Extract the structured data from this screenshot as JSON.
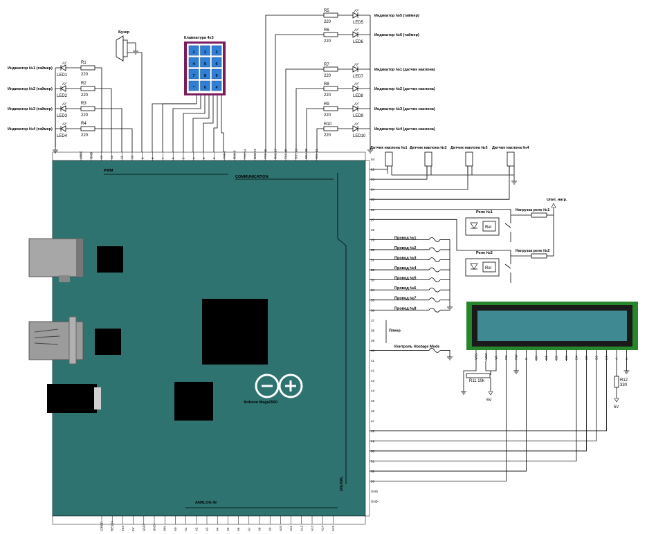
{
  "colors": {
    "board": "#2e7370",
    "keypad": "#7b1c5e",
    "key": "#2f7fd6",
    "lcd_frame": "#1a1a1a",
    "lcd_bezel": "#27862c",
    "lcd_screen": "#3f8a92"
  },
  "board": {
    "name": "Arduino Mega2560",
    "pwm": "PWM",
    "communication": "COMMUNICATION",
    "digital": "DIGITAL",
    "analog_in": "ANALOG IN",
    "top_pins": [
      "AREF",
      "GND",
      "13",
      "12",
      "11",
      "10",
      "9",
      "8",
      "7",
      "6",
      "5",
      "4",
      "3",
      "2",
      "TX0 1",
      "RX0 0",
      "TX3 14",
      "RX3 15",
      "TX2 16",
      "RX2 17",
      "TX1 18",
      "RX1 19",
      "SDA 20",
      "SCL 21"
    ],
    "bottom_pins": [
      "IOREF",
      "RESET",
      "3V3",
      "5V",
      "GND",
      "GND",
      "VIN",
      "A0",
      "A1",
      "A2",
      "A3",
      "A4",
      "A5",
      "A6",
      "A7",
      "A8",
      "A9",
      "A10",
      "A11",
      "A12",
      "A13",
      "A14",
      "A15"
    ],
    "right_pins": [
      "5V",
      "22",
      "23",
      "24",
      "25",
      "26",
      "27",
      "28",
      "29",
      "30",
      "31",
      "32",
      "33",
      "34",
      "35",
      "36",
      "37",
      "38",
      "39",
      "40",
      "41",
      "42",
      "43",
      "44",
      "45",
      "46",
      "47",
      "48",
      "49",
      "50",
      "51",
      "52",
      "53",
      "GND",
      "GND"
    ]
  },
  "buzzer": "Бузер",
  "keypad": {
    "title": "Клавиатура 4x3",
    "keys": [
      "1",
      "2",
      "3",
      "4",
      "5",
      "6",
      "7",
      "8",
      "9",
      "*",
      "0",
      "#"
    ]
  },
  "left_leds": [
    {
      "label": "Индикатор №1 (таймер)",
      "led": "LED1",
      "r": "R1",
      "v": "220"
    },
    {
      "label": "Индикатор №2 (таймер)",
      "led": "LED2",
      "r": "R2",
      "v": "220"
    },
    {
      "label": "Индикатор №3 (таймер)",
      "led": "LED3",
      "r": "R3",
      "v": "220"
    },
    {
      "label": "Индикатор №4 (таймер)",
      "led": "LED4",
      "r": "R4",
      "v": "220"
    }
  ],
  "top_leds": [
    {
      "label": "Индикатор №5 (таймер)",
      "led": "LED5",
      "r": "R5",
      "v": "220"
    },
    {
      "label": "Индикатор №6 (таймер)",
      "led": "LED6",
      "r": "R6",
      "v": "220"
    },
    {
      "label": "Индикатор №1 (датчик наклона)",
      "led": "LED7",
      "r": "R7",
      "v": "220"
    },
    {
      "label": "Индикатор №2 (датчик наклона)",
      "led": "LED8",
      "r": "R8",
      "v": "220"
    },
    {
      "label": "Индикатор №3 (датчик наклона)",
      "led": "LED9",
      "r": "R9",
      "v": "220"
    },
    {
      "label": "Индикатор №4 (датчик наклона)",
      "led": "LED10",
      "r": "R10",
      "v": "220"
    }
  ],
  "tilt": [
    "Датчик наклона №1",
    "Датчик наклона №2",
    "Датчик наклона №3",
    "Датчик наклона №4"
  ],
  "relays": [
    {
      "label": "Реле №1",
      "box": "Rel",
      "load": "Нагрузка реле №1"
    },
    {
      "label": "Реле №2",
      "box": "Rel",
      "load": "Нагрузка реле №2"
    }
  ],
  "power_label": "Uпит. нагр.",
  "wires": [
    "Провод №1",
    "Провод №2",
    "Провод №3",
    "Провод №4",
    "Провод №5",
    "Провод №6",
    "Провод №7",
    "Провод №8"
  ],
  "player": "Плеер",
  "hostage": "Контроль Hostage Mode",
  "lcd_pins": [
    "VSS",
    "VDD",
    "V0",
    "RS",
    "RW",
    "E",
    "D0",
    "D1",
    "D2",
    "D3",
    "D4",
    "D5",
    "D6",
    "D7",
    "A",
    "K"
  ],
  "pot": {
    "name": "R11 10k",
    "v": "5V"
  },
  "r12": {
    "name": "R12",
    "v": "330",
    "supply": "5V"
  }
}
